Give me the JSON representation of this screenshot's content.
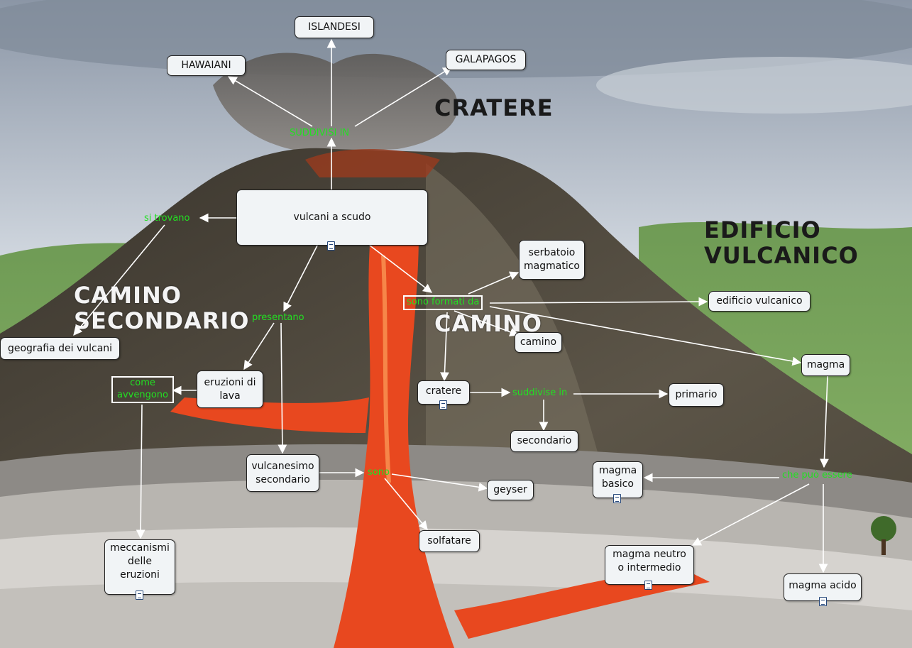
{
  "background_labels": {
    "cratere": "CRATERE",
    "edificio_line1": "EDIFICIO",
    "edificio_line2": "VULCANICO",
    "camino_sec_line1": "CAMINO",
    "camino_sec_line2": "SECONDARIO",
    "camino": "CAMINO"
  },
  "nodes": {
    "islandesi": "ISLANDESI",
    "hawaiani": "HAWAIANI",
    "galapagos": "GALAPAGOS",
    "vulcani_a_scudo": "vulcani a scudo",
    "serbatoio": "serbatoio\nmagmatico",
    "edificio_vulcanico": "edificio vulcanico",
    "geografia": "geografia dei vulcani",
    "camino": "camino",
    "magma": "magma",
    "eruzioni_di_lava": "eruzioni di\nlava",
    "cratere": "cratere",
    "primario": "primario",
    "secondario": "secondario",
    "vulcanesimo": "vulcanesimo\nsecondario",
    "geyser": "geyser",
    "magma_basico": "magma\nbasico",
    "solfatare": "solfatare",
    "meccanismi": "meccanismi\ndelle\neruzioni",
    "magma_neutro": "magma neutro\no intermedio",
    "magma_acido": "magma acido"
  },
  "phrases": {
    "suddivisi_in": "SUDDIVISI IN",
    "si_trovano": "si trovano",
    "sono_formati_da": "sono formati da",
    "presentano": "presentano",
    "come_avvengono": "come\navvengono",
    "suddivise_in": "suddivise in",
    "sono": "sono",
    "che_puo_essere": "che può essere"
  },
  "icons": [
    "document-icon"
  ],
  "colors": {
    "phrase_text": "#22e022",
    "node_fill": "#f1f4f6",
    "link": "#ffffff",
    "lava": "#e8481f"
  }
}
